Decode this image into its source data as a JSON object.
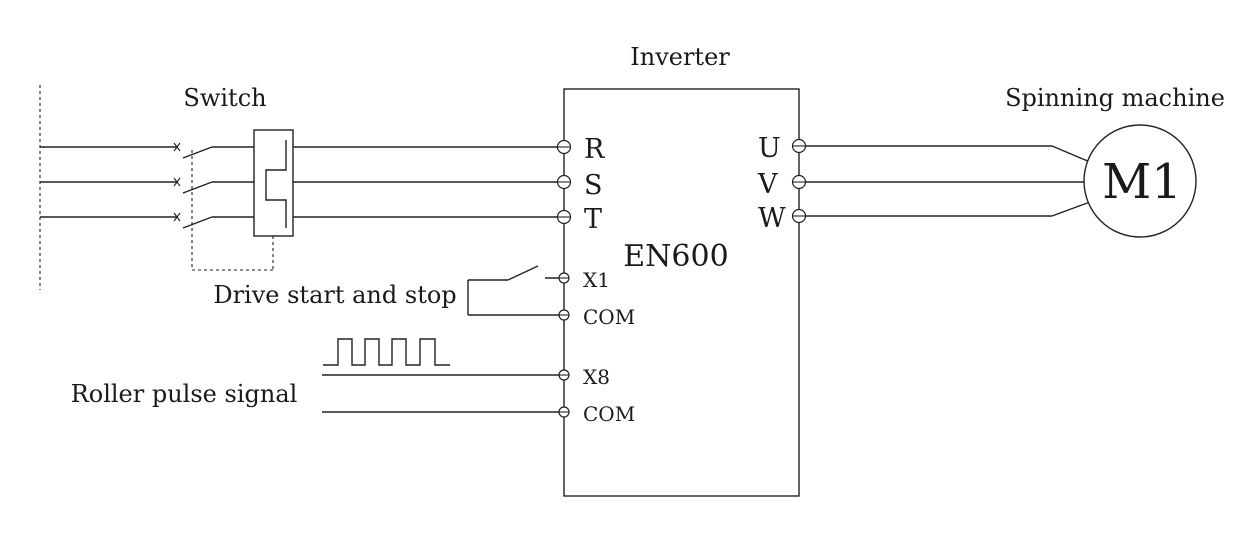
{
  "labels": {
    "inverter": "Inverter",
    "switch": "Switch",
    "spinning_machine": "Spinning machine",
    "drive_start_stop": "Drive start and stop",
    "roller_pulse_signal": "Roller pulse signal",
    "model": "EN600",
    "motor": "M1"
  },
  "input_terminals": [
    "R",
    "S",
    "T"
  ],
  "output_terminals": [
    "U",
    "V",
    "W"
  ],
  "control_terminals": {
    "x1": "X1",
    "com1": "COM",
    "x8": "X8",
    "com2": "COM"
  }
}
